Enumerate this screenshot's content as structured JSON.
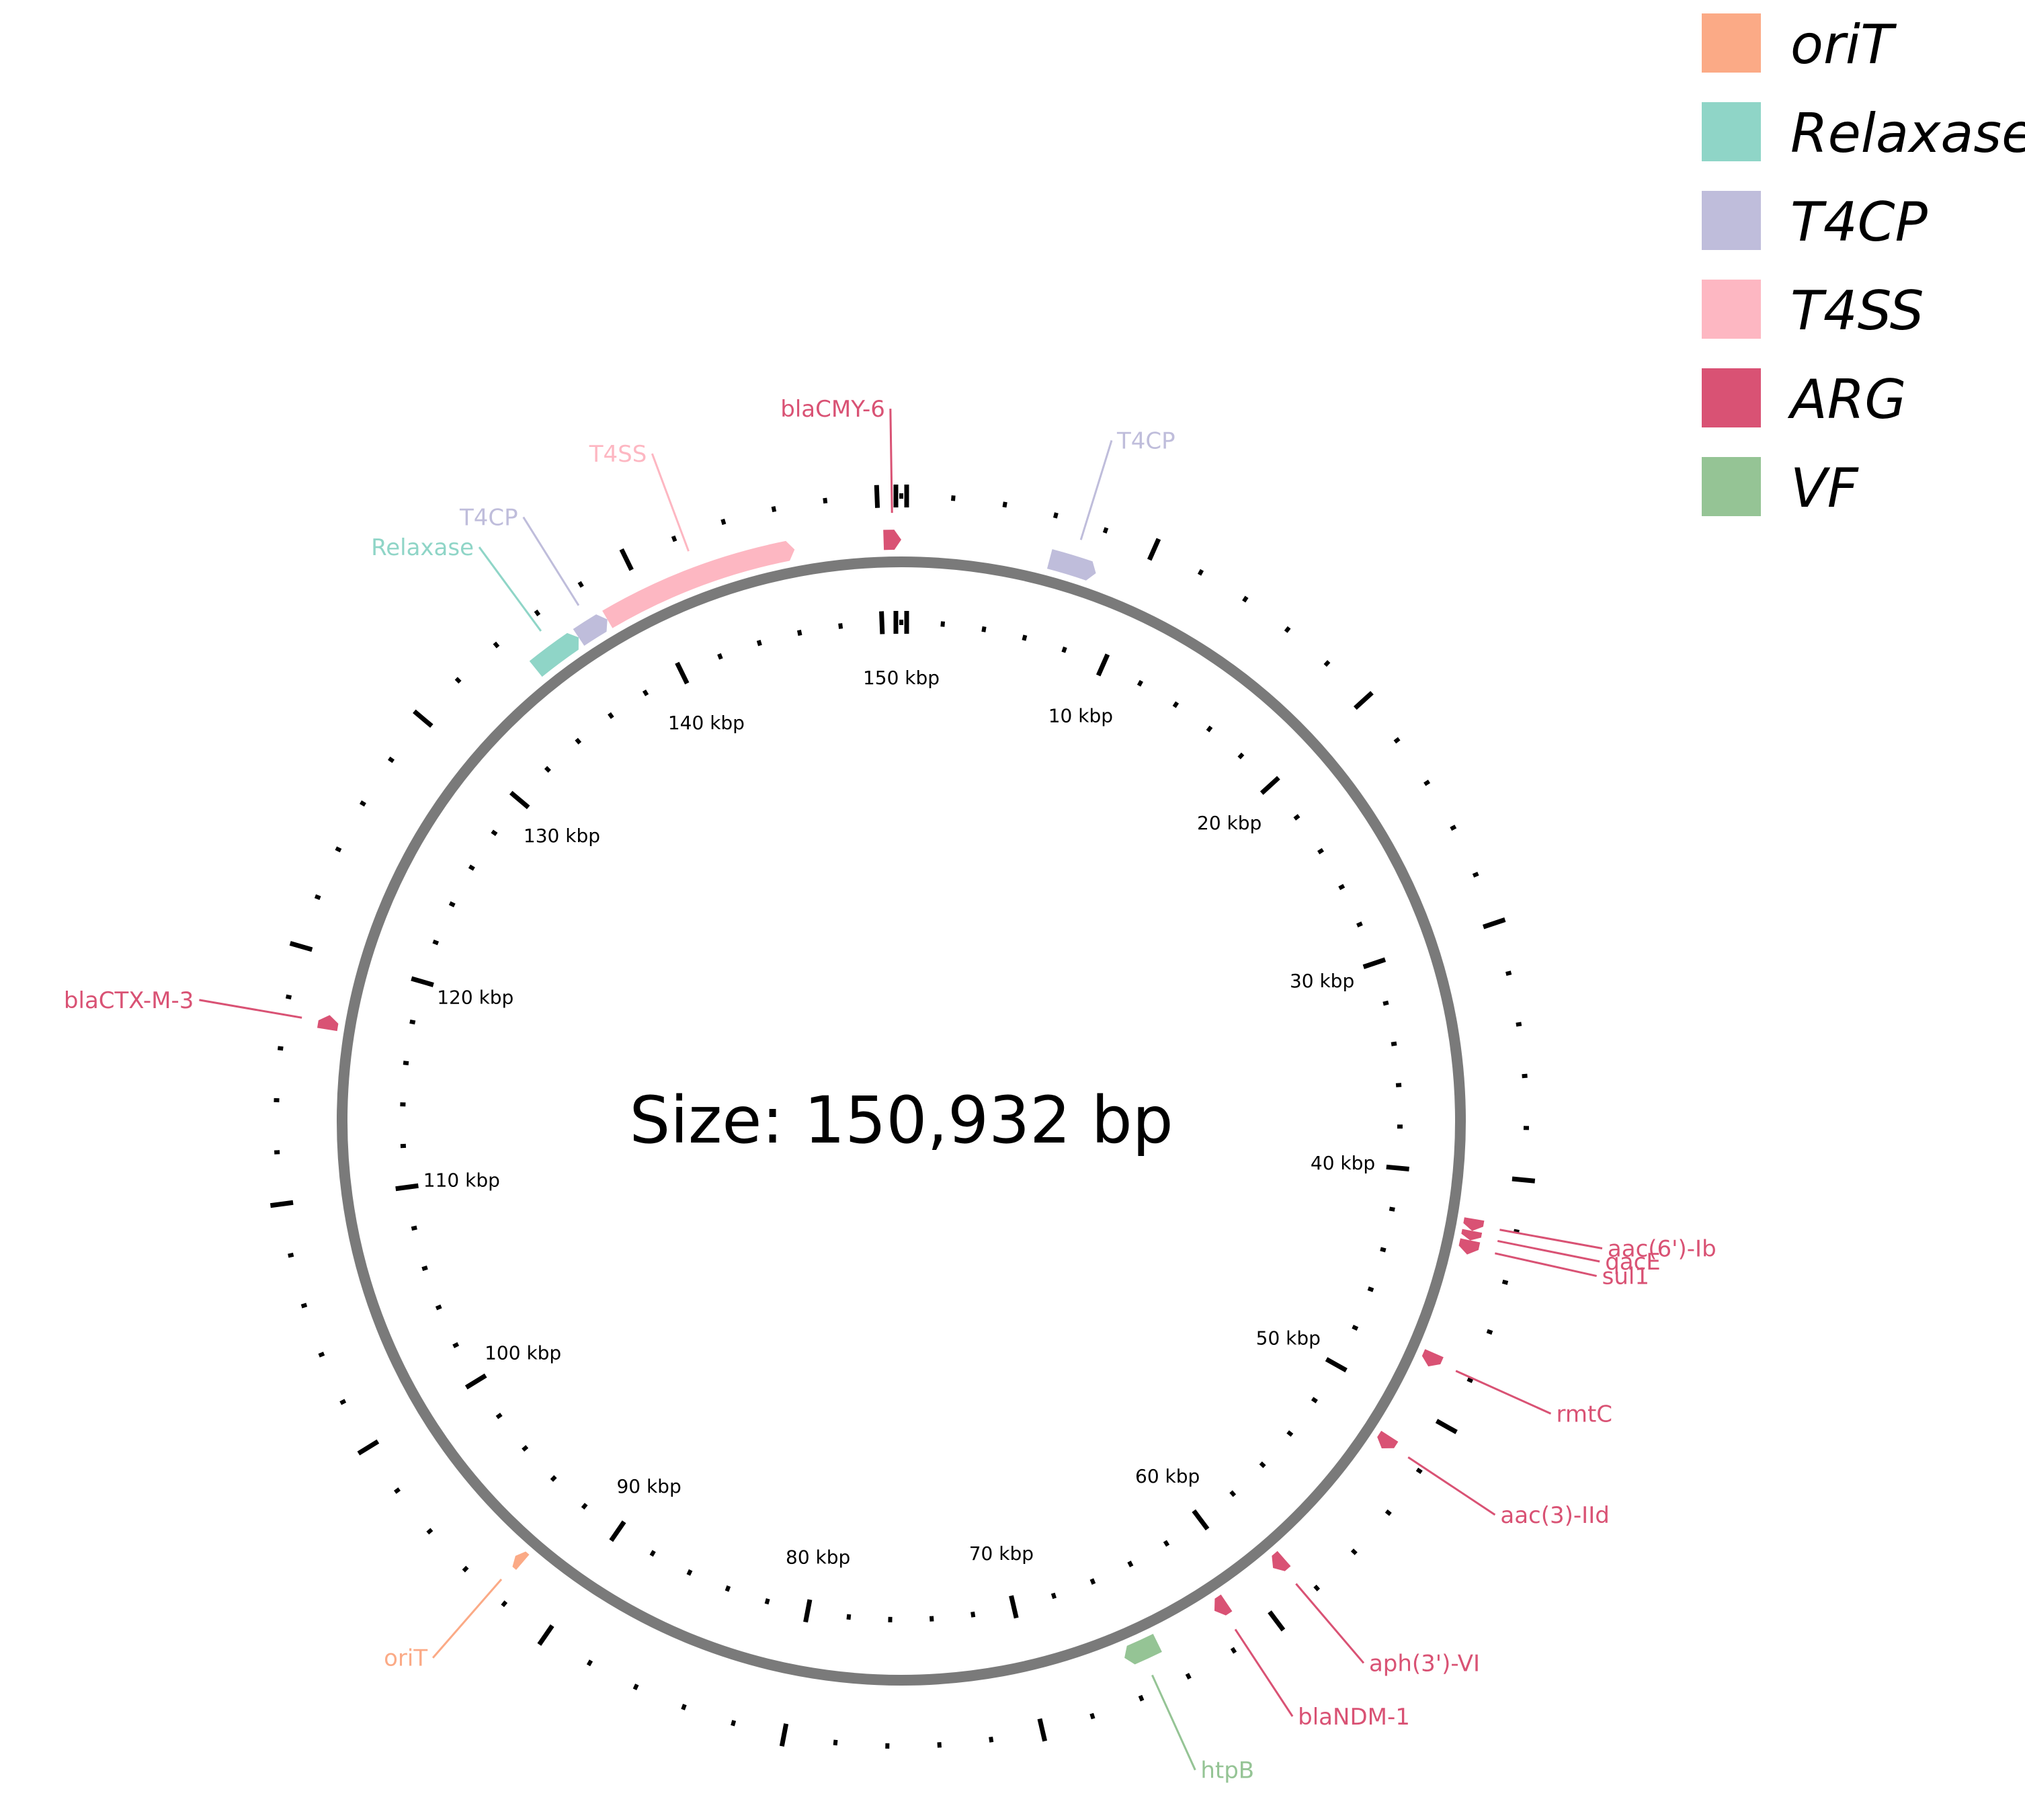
{
  "plasmid": {
    "size_bp": 150932,
    "size_label": "Size: 150,932 bp",
    "tick_unit": "kbp",
    "major_tick_kbp": [
      10,
      20,
      30,
      40,
      50,
      60,
      70,
      80,
      90,
      100,
      110,
      120,
      130,
      140,
      150
    ],
    "minor_tick_step_kbp": 2
  },
  "legend": [
    {
      "key": "oriT",
      "label": "oriT",
      "color": "#FBAA86"
    },
    {
      "key": "Relaxase",
      "label": "Relaxase",
      "color": "#8FD5C7"
    },
    {
      "key": "T4CP",
      "label": "T4CP",
      "color": "#BFBDDB"
    },
    {
      "key": "T4SS",
      "label": "T4SS",
      "color": "#FDB7C2"
    },
    {
      "key": "ARG",
      "label": "ARG",
      "color": "#D95274"
    },
    {
      "key": "VF",
      "label": "VF",
      "color": "#95C495"
    }
  ],
  "features": [
    {
      "label": "blaCMY-6",
      "category": "ARG",
      "start_kbp": 150.2,
      "end_kbp": 150.932
    },
    {
      "label": "T4CP",
      "category": "T4CP",
      "start_kbp": 6.2,
      "end_kbp": 8.2
    },
    {
      "label": "T4SS",
      "category": "T4SS",
      "start_kbp": 138.2,
      "end_kbp": 146.5
    },
    {
      "label": "T4CP",
      "category": "T4CP",
      "start_kbp": 136.8,
      "end_kbp": 138.2
    },
    {
      "label": "Relaxase",
      "category": "Relaxase",
      "start_kbp": 134.6,
      "end_kbp": 136.8
    },
    {
      "label": "blaCTX-M-3",
      "category": "ARG",
      "start_kbp": 117.0,
      "end_kbp": 117.6
    },
    {
      "label": "aac(6')-Ib",
      "category": "ARG",
      "start_kbp": 41.8,
      "end_kbp": 42.3
    },
    {
      "label": "qacE",
      "category": "ARG",
      "start_kbp": 42.3,
      "end_kbp": 42.7
    },
    {
      "label": "sul1",
      "category": "ARG",
      "start_kbp": 42.7,
      "end_kbp": 43.3
    },
    {
      "label": "rmtC",
      "category": "ARG",
      "start_kbp": 47.6,
      "end_kbp": 48.2
    },
    {
      "label": "aac(3)-IId",
      "category": "ARG",
      "start_kbp": 51.5,
      "end_kbp": 52.1
    },
    {
      "label": "aph(3')-VI",
      "category": "ARG",
      "start_kbp": 58.2,
      "end_kbp": 58.8
    },
    {
      "label": "blaNDM-1",
      "category": "ARG",
      "start_kbp": 61.2,
      "end_kbp": 61.8
    },
    {
      "label": "htpB",
      "category": "VF",
      "start_kbp": 64.5,
      "end_kbp": 66.0
    },
    {
      "label": "oriT",
      "category": "oriT",
      "start_kbp": 92.5,
      "end_kbp": 92.9
    }
  ]
}
